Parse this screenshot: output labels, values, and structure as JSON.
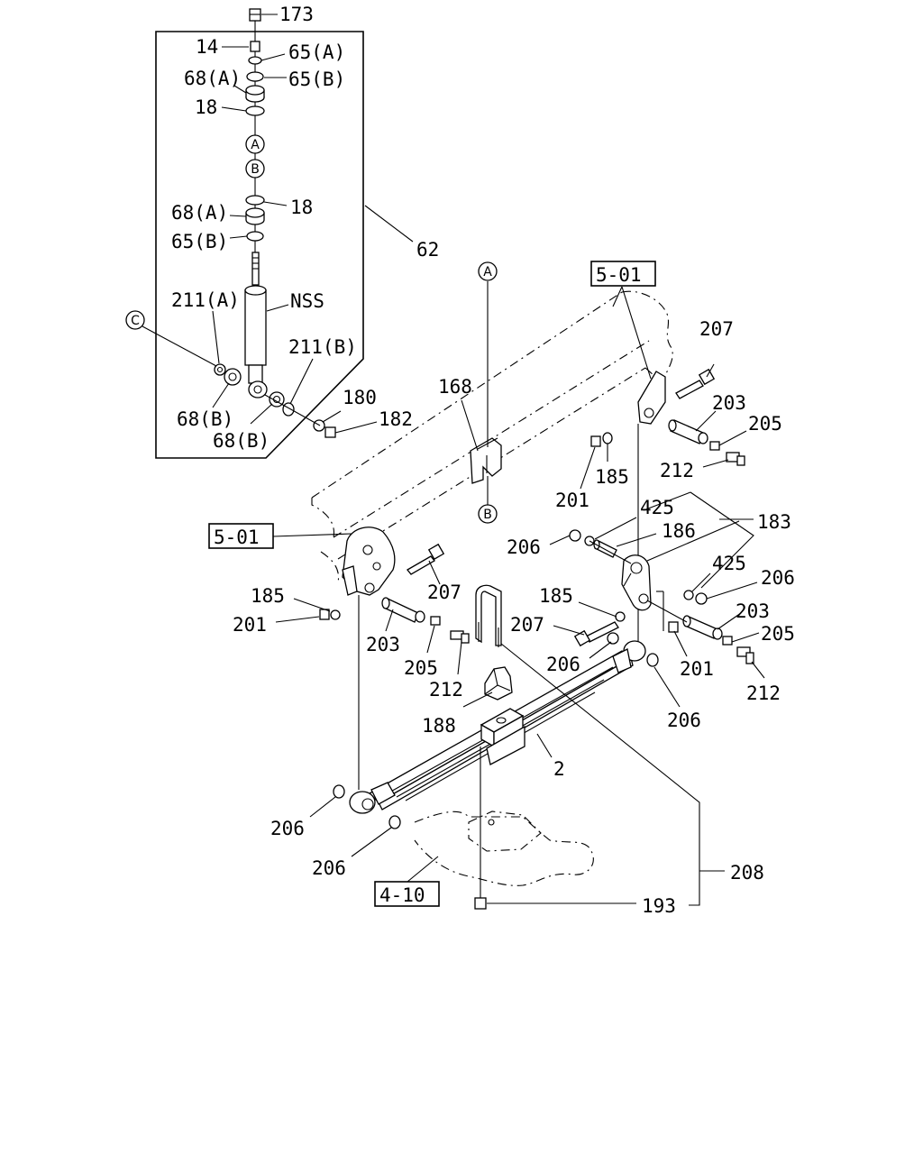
{
  "labels": {
    "p173": "173",
    "p14": "14",
    "p65a_top": "65(A)",
    "p68a_top": "68(A)",
    "p65b_top": "65(B)",
    "p18_top": "18",
    "p18_bot": "18",
    "p68a_bot": "68(A)",
    "p65b_bot": "65(B)",
    "p62": "62",
    "p211a": "211(A)",
    "nss": "NSS",
    "p211b": "211(B)",
    "p68b_left": "68(B)",
    "p68b_right": "68(B)",
    "p180": "180",
    "p182": "182",
    "p168": "168",
    "p207_top": "207",
    "p203_top": "203",
    "p205_top": "205",
    "p212_top": "212",
    "p185_top": "185",
    "p201_top": "201",
    "p425_top": "425",
    "p186": "186",
    "p183": "183",
    "p206_a": "206",
    "p425_mid": "425",
    "p206_b": "206",
    "p185_left": "185",
    "p201_left": "201",
    "p207_left": "207",
    "p203_left": "203",
    "p205_left": "205",
    "p212_left": "212",
    "p185_mid": "185",
    "p207_mid": "207",
    "p203_right": "203",
    "p205_right": "205",
    "p206_c": "206",
    "p201_right": "201",
    "p212_right": "212",
    "p206_d": "206",
    "p188": "188",
    "p2": "2",
    "p206_e": "206",
    "p206_f": "206",
    "p208": "208",
    "p193": "193"
  },
  "references": {
    "ref_top": "5-01",
    "ref_left": "5-01",
    "ref_bottom": "4-10"
  },
  "markers": {
    "a": "A",
    "b": "B",
    "c": "C"
  }
}
